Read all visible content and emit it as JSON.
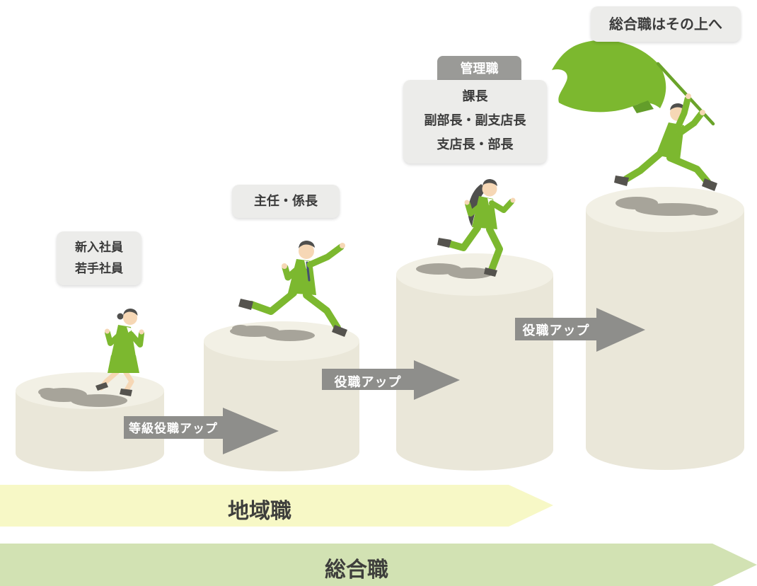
{
  "diagram": {
    "note_top_right": "総合職はその上へ",
    "steps": [
      {
        "lines": [
          "新入社員",
          "若手社員"
        ]
      },
      {
        "lines": [
          "主任・係長"
        ]
      },
      {
        "tab": "管理職",
        "lines": [
          "課長",
          "副部長・副支店長",
          "支店長・部長"
        ]
      },
      {
        "lines": []
      }
    ],
    "arrows": [
      {
        "label": "等級役職アップ"
      },
      {
        "label": "役職アップ"
      },
      {
        "label": "役職アップ"
      }
    ],
    "bands": [
      {
        "label": "地域職",
        "color": "#f7f8c6"
      },
      {
        "label": "総合職",
        "color": "#d2e2b3"
      }
    ],
    "colors": {
      "suit_green": "#7cb82f",
      "flag_green": "#7cb82f",
      "pole_green": "#6aa32a",
      "cylinder_body": "#eae7d9",
      "cylinder_top": "#f2f0e5",
      "footprint_shadow": "#a7a49a",
      "arrow_gray": "#8e8e8b",
      "label_box_bg": "#ececea",
      "tab_bg": "#9a9a97",
      "text_dark": "#3b3b3b"
    }
  }
}
